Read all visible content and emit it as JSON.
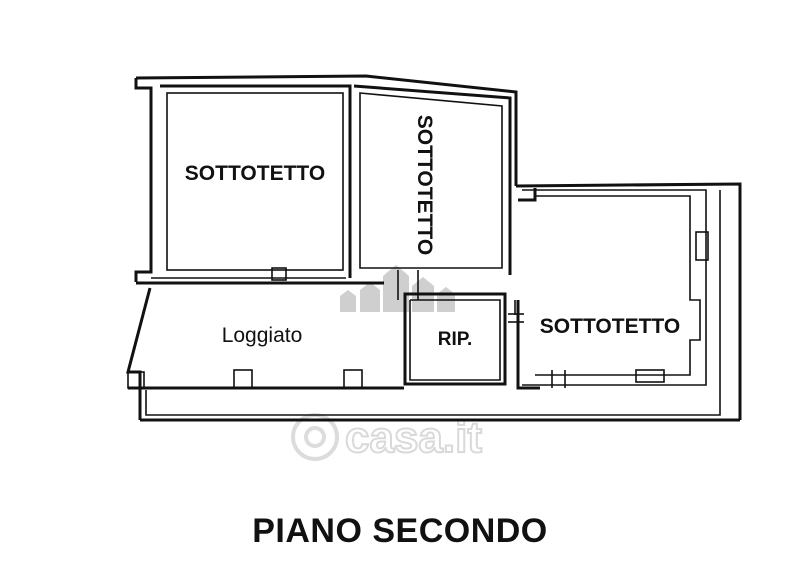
{
  "rooms": {
    "attic_top_left": "SOTTOTETTO",
    "attic_top_middle": "SOTTOTETTO",
    "loggia": "Loggiato",
    "storage": "RIP.",
    "attic_right": "SOTTOTETTO"
  },
  "floor_title": "PIANO SECONDO",
  "watermark": {
    "text": "casa.it"
  }
}
